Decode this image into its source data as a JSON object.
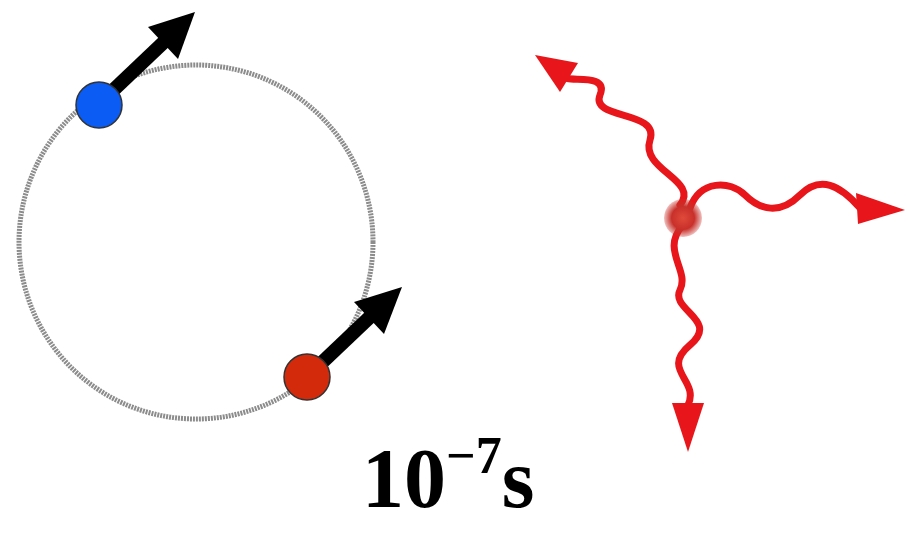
{
  "diagram": {
    "labels": [
      "10",
      "−7",
      "s"
    ]
  }
}
